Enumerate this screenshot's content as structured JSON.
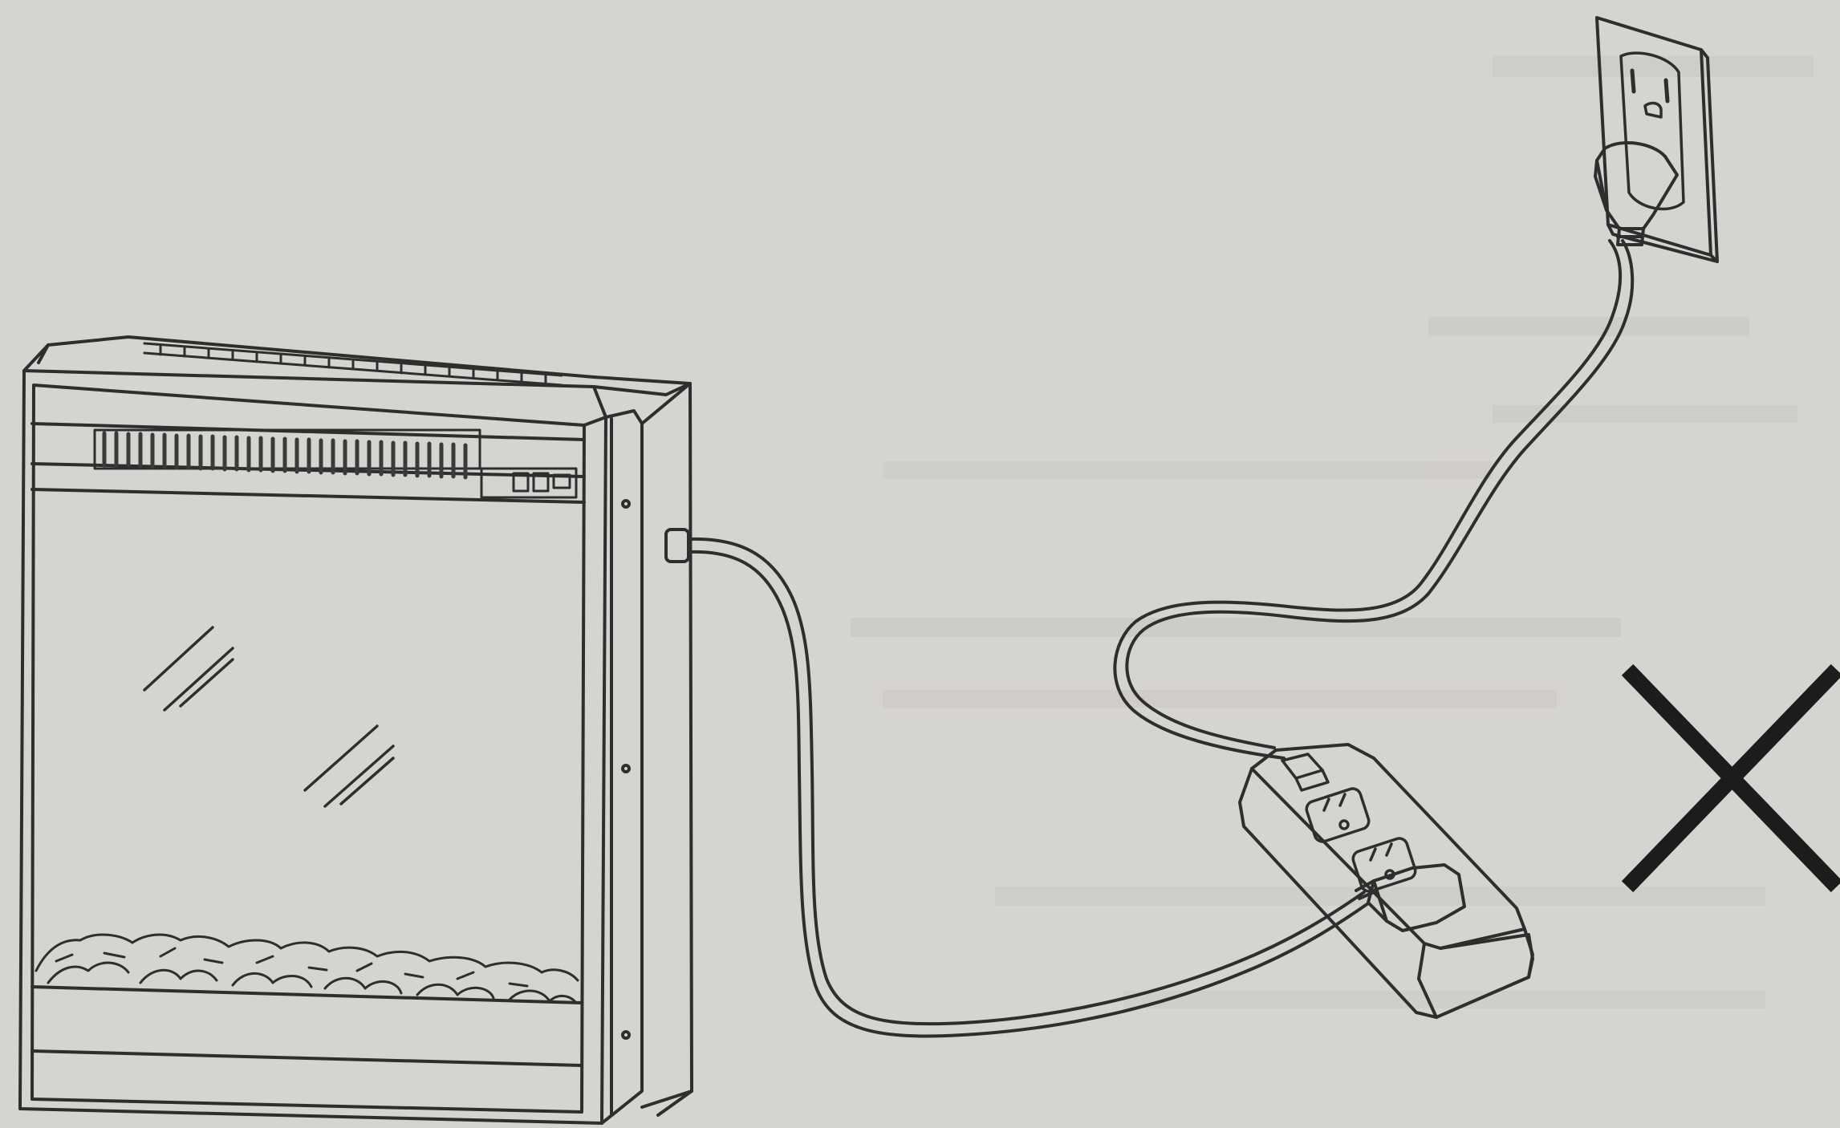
{
  "figure": {
    "background_color": "#d6d4d0",
    "ink_color": "#2e2e2e",
    "components": [
      {
        "name": "electric-fireplace-insert",
        "icon": "fireplace-icon"
      },
      {
        "name": "power-cord",
        "icon": "cord-icon"
      },
      {
        "name": "power-strip",
        "icon": "power-strip-icon"
      },
      {
        "name": "extension-cord",
        "icon": "cord-icon"
      },
      {
        "name": "wall-outlet",
        "icon": "outlet-icon"
      }
    ],
    "verdict": {
      "symbol": "✕",
      "meaning": "incorrect",
      "icon": "x-mark-icon"
    }
  }
}
